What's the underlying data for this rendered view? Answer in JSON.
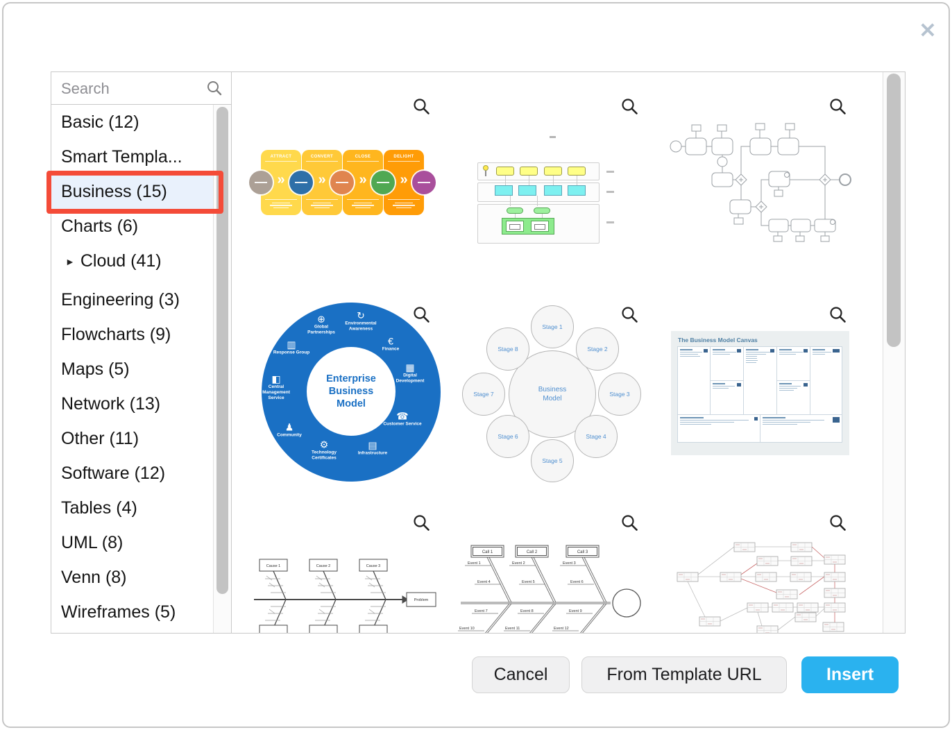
{
  "dialog": {
    "close_glyph": "✕"
  },
  "colors": {
    "accent_blue": "#2ab2ef",
    "annotation_red": "#f44b38",
    "selected_row_bg": "#e9f1fc",
    "donut_blue": "#1a70c4"
  },
  "sidebar": {
    "search": {
      "placeholder": "Search"
    },
    "items": [
      {
        "label": "Basic (12)"
      },
      {
        "label": "Smart Templa..."
      },
      {
        "label": "Business (15)",
        "selected": true
      },
      {
        "label": "Charts (6)"
      },
      {
        "label": "Cloud (41)",
        "arrow": "►"
      },
      {
        "label": "Engineering (3)"
      },
      {
        "label": "Flowcharts (9)"
      },
      {
        "label": "Maps (5)"
      },
      {
        "label": "Network (13)"
      },
      {
        "label": "Other (11)"
      },
      {
        "label": "Software (12)"
      },
      {
        "label": "Tables (4)"
      },
      {
        "label": "UML (8)"
      },
      {
        "label": "Venn (8)"
      },
      {
        "label": "Wireframes (5)"
      }
    ]
  },
  "footer": {
    "cancel_label": "Cancel",
    "from_url_label": "From Template URL",
    "insert_label": "Insert"
  },
  "templates": {
    "funnel": {
      "stages": [
        "ATTRACT",
        "CONVERT",
        "CLOSE",
        "DELIGHT"
      ]
    },
    "ebm": {
      "title_lines": [
        "Enterprise",
        "Business",
        "Model"
      ],
      "items": [
        {
          "label": "Global Partnerships",
          "glyph": "⊕"
        },
        {
          "label": "Environmental Awareness",
          "glyph": "↻"
        },
        {
          "label": "Finance",
          "glyph": "€"
        },
        {
          "label": "Digital Development",
          "glyph": "▦"
        },
        {
          "label": "Customer Service",
          "glyph": "☎"
        },
        {
          "label": "Infrastructure",
          "glyph": "▤"
        },
        {
          "label": "Technology Certificates",
          "glyph": "⚙"
        },
        {
          "label": "Community",
          "glyph": "♟"
        },
        {
          "label": "Central Management Service",
          "glyph": "◧"
        },
        {
          "label": "Response Group",
          "glyph": "▥"
        }
      ]
    },
    "stage_cycle": {
      "center": "Business Model",
      "items": [
        "Stage 1",
        "Stage 2",
        "Stage 3",
        "Stage 4",
        "Stage 5",
        "Stage 6",
        "Stage 7",
        "Stage 8"
      ]
    },
    "canvas": {
      "title": "The Business Model Canvas"
    },
    "fishbone_cause": {
      "causes": [
        "Cause 1",
        "Cause 2",
        "Cause 3"
      ],
      "result": "Problem"
    },
    "fishbone_timeline": {
      "calls": [
        "Call 1",
        "Call 2",
        "Call 3"
      ],
      "events": [
        "Event 1",
        "Event 2",
        "Event 3",
        "Event 4",
        "Event 5",
        "Event 6",
        "Event 7",
        "Event 8",
        "Event 9",
        "Event 10",
        "Event 11",
        "Event 12"
      ]
    }
  }
}
